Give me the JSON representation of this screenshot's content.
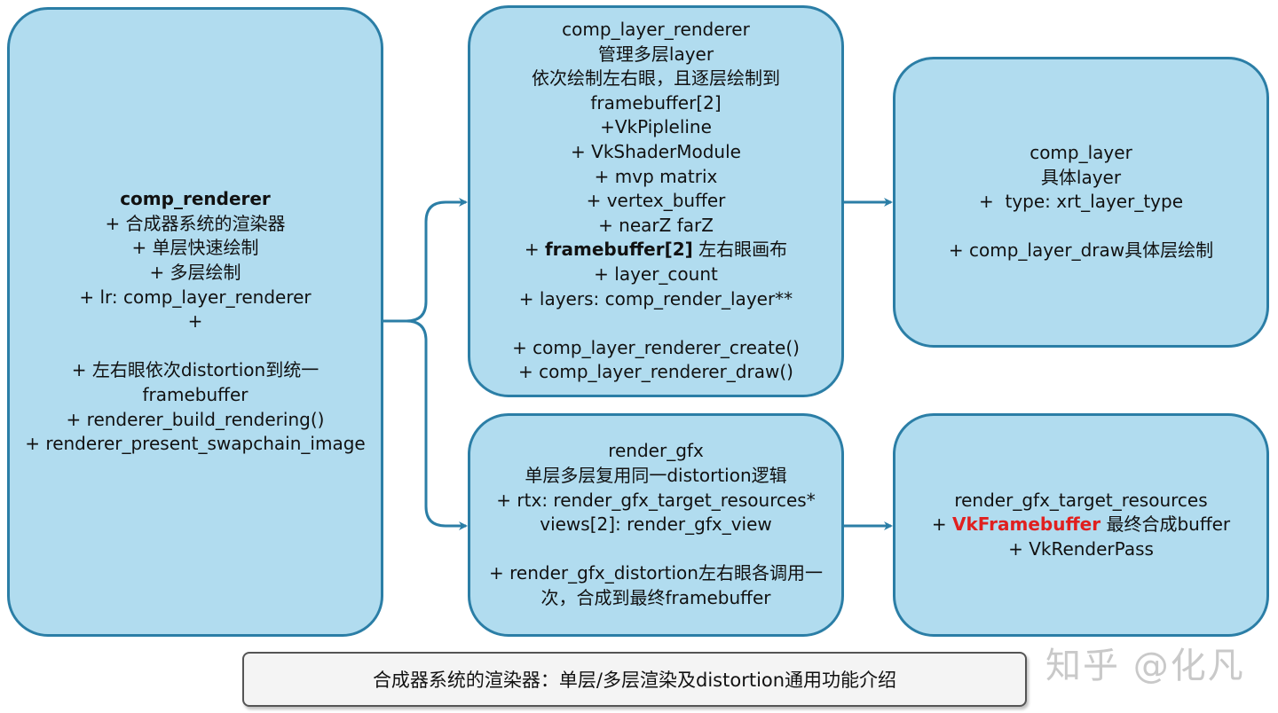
{
  "boxes": {
    "comp_renderer": {
      "lines": [
        "comp_renderer",
        "+ 合成器系统的渲染器",
        "+ 单层快速绘制",
        "+ 多层绘制",
        "+ lr: comp_layer_renderer",
        "+",
        "",
        "+ 左右眼依次distortion到统一",
        "framebuffer",
        "+ renderer_build_rendering()",
        "+ renderer_present_swapchain_image"
      ]
    },
    "comp_layer_renderer": {
      "lines": [
        "comp_layer_renderer",
        "管理多层layer",
        "依次绘制左右眼，且逐层绘制到",
        "framebuffer[2]",
        "+VkPipleline",
        "+ VkShaderModule",
        "+ mvp matrix",
        "+ vertex_buffer",
        "+ nearZ farZ",
        "+ layer_count",
        "+ layers: comp_render_layer**",
        "",
        "+ comp_layer_renderer_create()",
        "+ comp_layer_renderer_draw()"
      ],
      "framebuffer_line": {
        "prefix": "+ ",
        "bold": "framebuffer[2]",
        "suffix": " 左右眼画布"
      }
    },
    "comp_layer": {
      "lines": [
        "comp_layer",
        "具体layer",
        "+  type: xrt_layer_type",
        "",
        "+ comp_layer_draw具体层绘制"
      ]
    },
    "render_gfx": {
      "lines": [
        "render_gfx",
        "单层多层复用同一distortion逻辑",
        "+ rtx: render_gfx_target_resources*",
        "views[2]: render_gfx_view",
        "",
        "+ render_gfx_distortion左右眼各调用一",
        "次，合成到最终framebuffer"
      ]
    },
    "render_gfx_target_resources": {
      "lines": [
        "render_gfx_target_resources",
        "+ VkRenderPass"
      ],
      "framebuffer_line": {
        "prefix": "+ ",
        "red": "VkFramebuffer",
        "suffix": " 最终合成buffer"
      }
    }
  },
  "caption": "合成器系统的渲染器：单层/多层渲染及distortion通用功能介绍",
  "watermark": "知乎 @化凡",
  "colors": {
    "box_fill": "#b1dcef",
    "box_border": "#2b7ea6",
    "arrow": "#2b7ea6",
    "highlight_red": "#e0201f"
  }
}
